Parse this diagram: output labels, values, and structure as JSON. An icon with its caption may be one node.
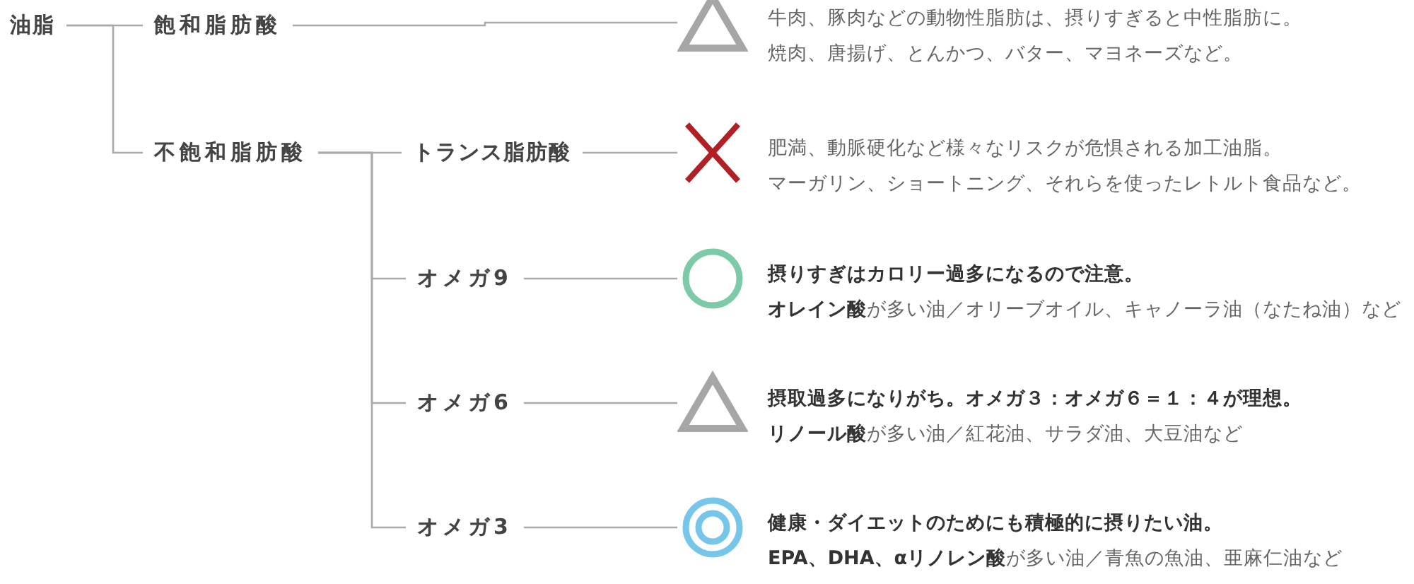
{
  "diagram": {
    "nodes": [
      {
        "text": [
          "油脂"
        ]
      },
      {
        "text": [
          "飽和脂肪酸"
        ]
      },
      {
        "text": [
          "不飽和脂肪酸"
        ]
      },
      {
        "text": [
          "トランス脂肪酸"
        ]
      },
      {
        "text": [
          "オメガ9"
        ]
      },
      {
        "text": [
          "オメガ6"
        ]
      },
      {
        "text": [
          "オメガ3"
        ]
      },
      {
        "text": [],
        "shape": "triangle",
        "beside": [
          "牛肉、豚肉などの動物性脂肪は、摂りすぎると中性脂肪に。",
          "焼肉、唐揚げ、とんかつ、バター、マヨネーズなど。"
        ]
      },
      {
        "text": [],
        "shape": "cross",
        "beside": [
          "肥満、動脈硬化など様々なリスクが危惧される加工油脂。",
          "マーガリン、ショートニング、それらを使ったレトルト食品など。"
        ]
      },
      {
        "text": [],
        "shape": "circle",
        "beside": [
          "摂りすぎはカロリー過多になるので注意。",
          "**オレイン酸**が多い油／オリーブオイル、キャノーラ油（なたね油）など"
        ]
      },
      {
        "text": [],
        "shape": "triangle",
        "beside": [
          "摂取過多になりがち。オメガ３：オメガ６＝１：４が理想。",
          "**リノール酸**が多い油／紅花油、サラダ油、大豆油など"
        ]
      },
      {
        "text": [],
        "shape": "double-circle",
        "beside": [
          "健康・ダイエットのためにも積極的に摂りたい油。",
          "**EPA、DHA、αリノレン酸**が多い油／青魚の魚油、亜麻仁油など"
        ]
      }
    ],
    "edges": [
      {
        "from": 0,
        "to": 1,
        "arrow": "none"
      },
      {
        "from": 0,
        "to": 2,
        "arrow": "none"
      },
      {
        "from": 1,
        "to": 7,
        "arrow": "none"
      },
      {
        "from": 2,
        "to": 3,
        "arrow": "none"
      },
      {
        "from": 2,
        "to": 4,
        "arrow": "none"
      },
      {
        "from": 2,
        "to": 5,
        "arrow": "none"
      },
      {
        "from": 2,
        "to": 6,
        "arrow": "none"
      },
      {
        "from": 3,
        "to": 8,
        "arrow": "none"
      },
      {
        "from": 4,
        "to": 9,
        "arrow": "none"
      },
      {
        "from": 5,
        "to": 10,
        "arrow": "none"
      },
      {
        "from": 6,
        "to": 11,
        "arrow": "none"
      }
    ]
  }
}
